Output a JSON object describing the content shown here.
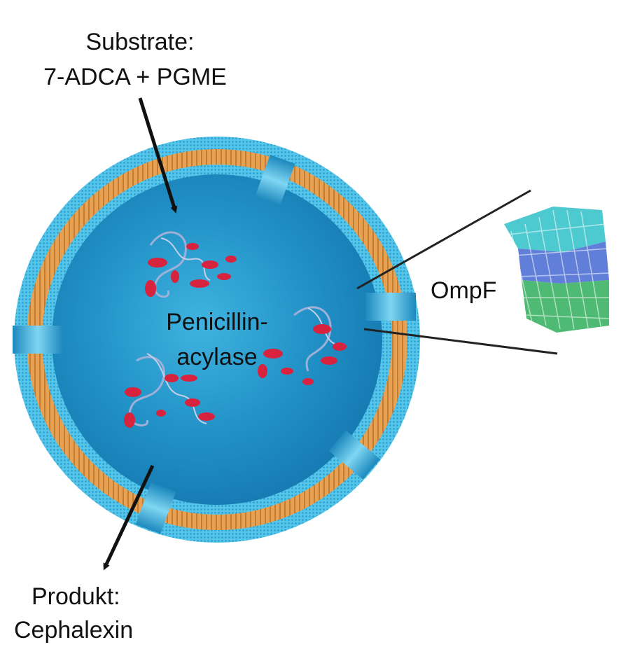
{
  "labels": {
    "substrate_title": "Substrate:",
    "substrate_value": "7-ADCA + PGME",
    "enzyme_line1": "Penicillin-",
    "enzyme_line2": "acylase",
    "porin": "OmpF",
    "product_title": "Produkt:",
    "product_value": "Cephalexin"
  },
  "colors": {
    "vesicle_core": "#1f8fc4",
    "vesicle_edge": "#2aa3d4",
    "membrane_heads": "#4fc0e6",
    "membrane_tails": "#f0a04a",
    "enzyme_red": "#d8233f",
    "enzyme_ribbon": "#9fb0d8",
    "porin_cyan": "#2ec0c8",
    "porin_blue": "#3a5fd0",
    "porin_green": "#2fae5a",
    "arrow": "#111111"
  },
  "icons": {
    "vesicle": "liposome-icon",
    "enzyme": "protein-structure-icon",
    "porin_structure": "beta-barrel-icon"
  }
}
